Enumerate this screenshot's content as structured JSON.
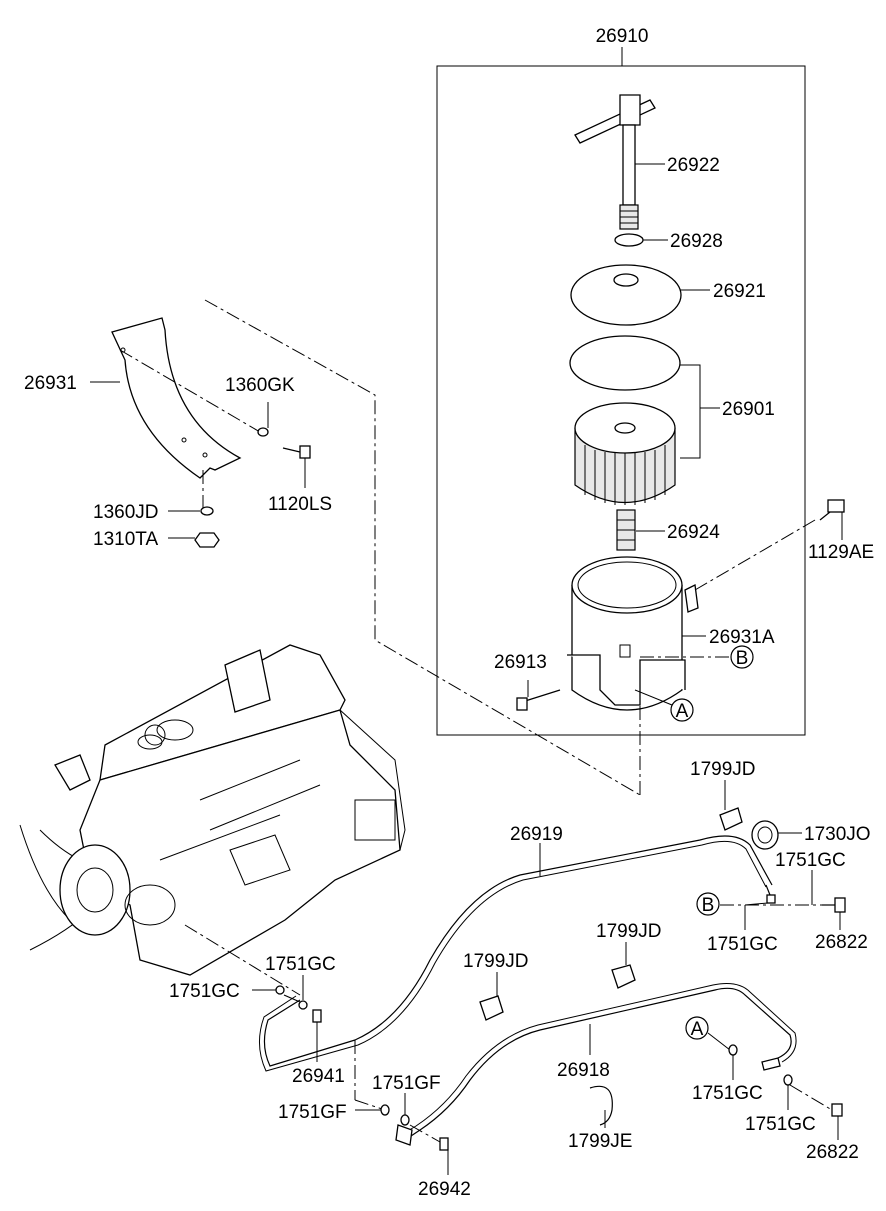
{
  "parts": {
    "p26910": "26910",
    "p26922": "26922",
    "p26928": "26928",
    "p26921": "26921",
    "p26901": "26901",
    "p26924": "26924",
    "p1129AE": "1129AE",
    "p26931A": "26931A",
    "p26913": "26913",
    "p26931": "26931",
    "p1360GK": "1360GK",
    "p1120LS": "1120LS",
    "p1360JD": "1360JD",
    "p1310TA": "1310TA",
    "p1799JD_top": "1799JD",
    "p1730JO": "1730JO",
    "p26919": "26919",
    "p1751GC_right_top": "1751GC",
    "p1751GC_right_mid": "1751GC",
    "p26822_top": "26822",
    "p1799JD_mid_right": "1799JD",
    "p1799JD_mid_left": "1799JD",
    "p1751GC_left_a": "1751GC",
    "p1751GC_left_b": "1751GC",
    "p26941": "26941",
    "p1751GF_a": "1751GF",
    "p1751GF_b": "1751GF",
    "p26918": "26918",
    "p1799JE": "1799JE",
    "p26942": "26942",
    "p1751GC_bottom_a": "1751GC",
    "p1751GC_bottom_b": "1751GC",
    "p26822_bottom": "26822"
  },
  "markers": {
    "a1": "A",
    "a2": "A",
    "b1": "B",
    "b2": "B"
  }
}
